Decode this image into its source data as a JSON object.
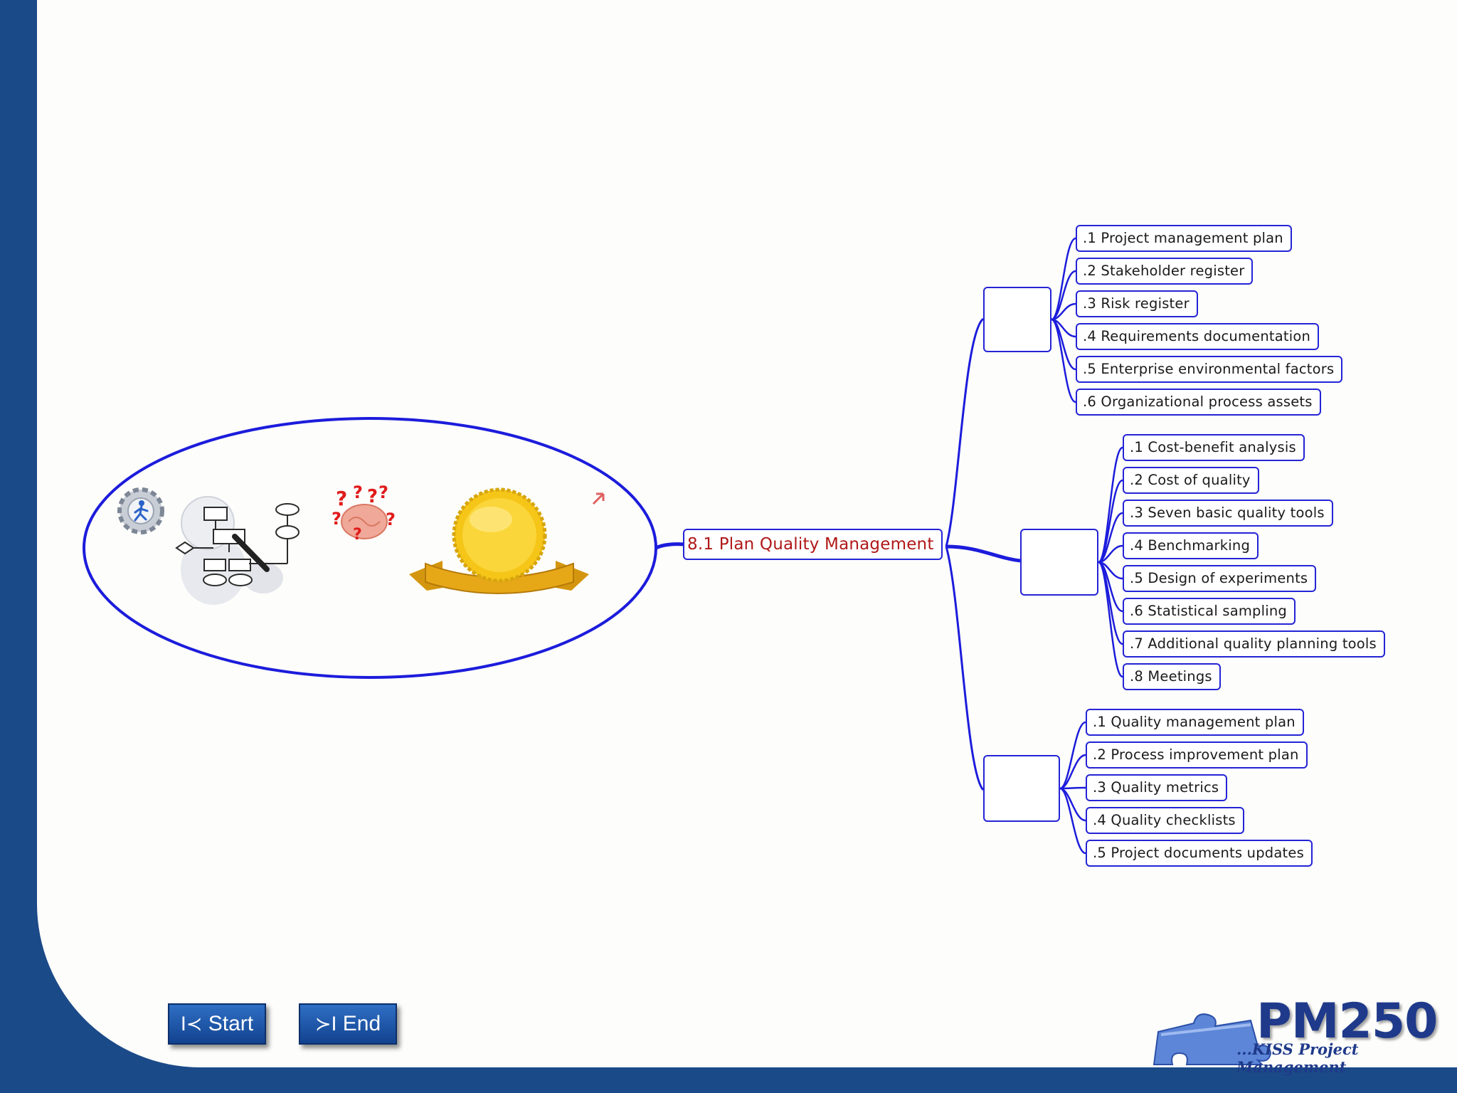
{
  "central": {
    "label": "8.1 Plan Quality Management"
  },
  "inputs": [
    {
      "label": ".1 Project management plan"
    },
    {
      "label": ".2 Stakeholder register"
    },
    {
      "label": ".3 Risk register"
    },
    {
      "label": ".4 Requirements documentation"
    },
    {
      "label": ".5 Enterprise environmental factors"
    },
    {
      "label": ".6 Organizational process assets"
    }
  ],
  "tools": [
    {
      "label": ".1 Cost-benefit analysis"
    },
    {
      "label": ".2 Cost of quality"
    },
    {
      "label": ".3 Seven basic quality tools"
    },
    {
      "label": ".4 Benchmarking"
    },
    {
      "label": ".5 Design of experiments"
    },
    {
      "label": ".6 Statistical sampling"
    },
    {
      "label": ".7 Additional quality planning tools"
    },
    {
      "label": ".8 Meetings"
    }
  ],
  "outputs": [
    {
      "label": ".1 Quality management plan"
    },
    {
      "label": ".2 Process improvement plan"
    },
    {
      "label": ".3 Quality metrics"
    },
    {
      "label": ".4 Quality checklists"
    },
    {
      "label": ".5 Project documents updates"
    }
  ],
  "nav": {
    "start_label": "Start",
    "end_label": "End"
  },
  "logo": {
    "word": "PM250",
    "tagline": "...KISS Project Management"
  },
  "colors": {
    "connector": "#1c1cdc",
    "frame": "#1b4a88",
    "central_text": "#b01818"
  }
}
